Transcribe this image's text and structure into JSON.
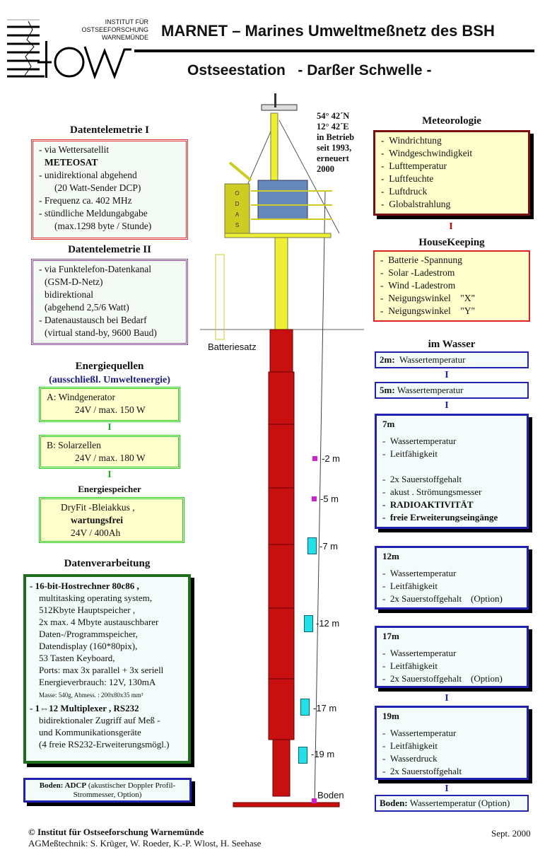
{
  "header": {
    "institute": [
      "INSTITUT FÜR",
      "OSTSEEFORSCHUNG",
      "WARNEMÜNDE"
    ],
    "logo_text": "iow",
    "title": "MARNET – Marines Umweltmeßnetz des BSH",
    "subtitle": "Ostseestation   - Darßer Schwelle -"
  },
  "station": {
    "lat": "54° 42´N",
    "lon": "12° 42´E",
    "line1": "in Betrieb",
    "line2": "seit 1993,",
    "line3": "erneuert",
    "line4": "2000",
    "battery_label": "Batteriesatz",
    "odas": "ODAS"
  },
  "depths": [
    "-2 m",
    "-5 m",
    "-7 m",
    "-12 m",
    "-17 m",
    "-19 m",
    "Boden"
  ],
  "telemetry1": {
    "title": "Datentelemetrie I",
    "lines": [
      "- via Wettersatellit",
      "METEOSAT",
      "- unidirektional abgehend",
      "(20 Watt-Sender DCP)",
      "- Frequenz ca. 402 MHz",
      "- stündliche Meldungabgabe",
      "(max.1298 byte / Stunde)"
    ]
  },
  "telemetry2": {
    "title": "Datentelemetrie II",
    "lines": [
      "- via Funktelefon-Datenkanal",
      "(GSM-D-Netz)",
      "bidirektional",
      "(abgehend 2,5/6 Watt)",
      "- Datenaustausch bei Bedarf",
      "(virtual stand-by,  9600 Baud)"
    ]
  },
  "energy": {
    "title": "Energiequellen",
    "subtitle": "(ausschließl. Umweltenergie)",
    "a_line1": "A:  Windgenerator",
    "a_line2": "24V / max. 150 W",
    "b_line1": "B:  Solarzellen",
    "b_line2": "24V / max. 180 W",
    "sep": "I",
    "storage_title": "Energiespeicher",
    "s_line1": "DryFit -Bleiakkus  ,",
    "s_line2": "wartungsfrei",
    "s_line3": "24V / 400Ah"
  },
  "processing": {
    "title": "Datenverarbeitung",
    "lines": [
      "- 16-bit-Hostrechner   80c86 ,",
      "multitasking   operating  system,",
      "512Kbyte  Hauptspeicher   ,",
      "2x  max. 4 Mbyte austauschbarer",
      "Daten-/Programmspeicher,",
      "Datendisplay (160*80pix),",
      "53 Tasten Keyboard,",
      "Ports: max 3x parallel + 3x seriell",
      "Energieverbrauch: 12V, 130mA",
      "Masse: 540g,  Abmess. : 200x80x35 mm³",
      "- 1⇔12  Multiplexer  , RS232",
      "bidirektionaler Zugriff    auf Meß -",
      "und  Kommunikationsgeräte",
      "(4 freie RS232-Erweiterungsmögl.)"
    ]
  },
  "adcp": {
    "bold": "Boden: ADCP",
    "rest": " (akustischer  Doppler Profil-",
    "line2": "Strommesser,  Option)"
  },
  "meteo": {
    "title": "Meteorologie",
    "items": [
      "Windrichtung",
      "Windgeschwindigkeit",
      "Lufttemperatur",
      "Luftfeuchte",
      "Luftdruck",
      "Globalstrahlung"
    ]
  },
  "housekeeping": {
    "title": "HouseKeeping",
    "items": [
      "Batterie -Spannung",
      "Solar -Ladestrom",
      "Wind -Ladestrom",
      "Neigungswinkel    \"X\"",
      "Neigungswinkel    \"Y\""
    ]
  },
  "water": {
    "title": "im Wasser",
    "d2": {
      "label": "2m:",
      "text": "Wassertemperatur"
    },
    "d5": {
      "label": "5m:",
      "text": "Wassertemperatur"
    },
    "d7": {
      "label": "7m",
      "items": [
        "Wassertemperatur",
        "Leitfähigkeit",
        "",
        "2x Sauerstoffgehalt",
        "akust . Strömungsmesser",
        "RADIOAKTIVITÄT",
        "freie Erweiterungseingänge"
      ]
    },
    "d12": {
      "label": "12m",
      "items": [
        "Wassertemperatur",
        "Leitfähigkeit",
        "2x Sauerstoffgehalt    (Option)"
      ]
    },
    "d17": {
      "label": "17m",
      "items": [
        "Wassertemperatur",
        "Leitfähigkeit",
        "2x Sauerstoffgehalt    (Option)"
      ]
    },
    "d19": {
      "label": "19m",
      "items": [
        "Wassertemperatur",
        "Leitfähigkeit",
        "Wasserdruck",
        "2x Sauerstoffgehalt"
      ]
    },
    "bottom": {
      "label": "Boden:",
      "text": "Wassertemperatur (Option)"
    }
  },
  "footer": {
    "copyright": "© Institut für Ostseeforschung Warnemünde",
    "authors": "AGMeßtechnik: S. Krüger, W. Roeder, K.-P. Wlost, H. Seehase",
    "date": "Sept. 2000"
  }
}
